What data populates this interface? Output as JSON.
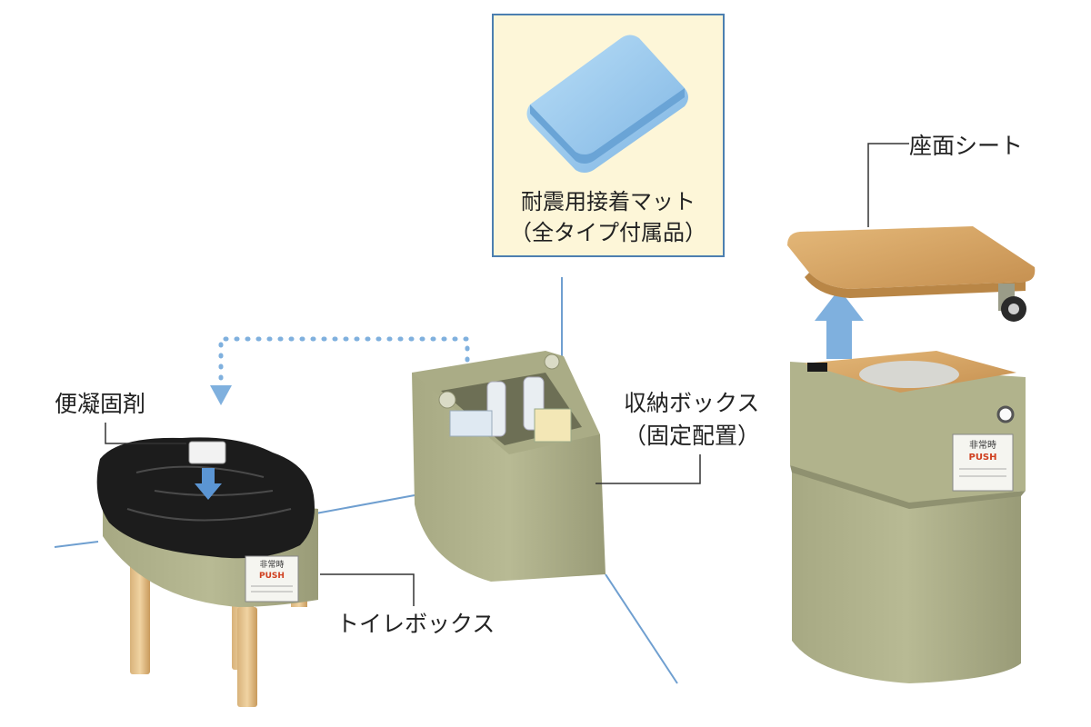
{
  "labels": {
    "seat_sheet": "座面シート",
    "coagulant": "便凝固剤",
    "storage_box": "収納ボックス",
    "storage_box_note": "（固定配置）",
    "toilet_box": "トイレボックス"
  },
  "mat_callout": {
    "title": "耐震用接着マット",
    "note": "（全タイプ付属品）"
  },
  "panel": {
    "header": "非常時",
    "push": "PUSH"
  },
  "colors": {
    "box_body": "#b1b28a",
    "box_dark": "#8f9170",
    "wood": "#d9a867",
    "arrow": "#7fb0de",
    "floor_line": "#6f9fd0",
    "mat": "#9ccbef",
    "callout_bg": "#fdf6d8",
    "callout_border": "#4c7fb0",
    "bag": "#1c1c1c"
  }
}
